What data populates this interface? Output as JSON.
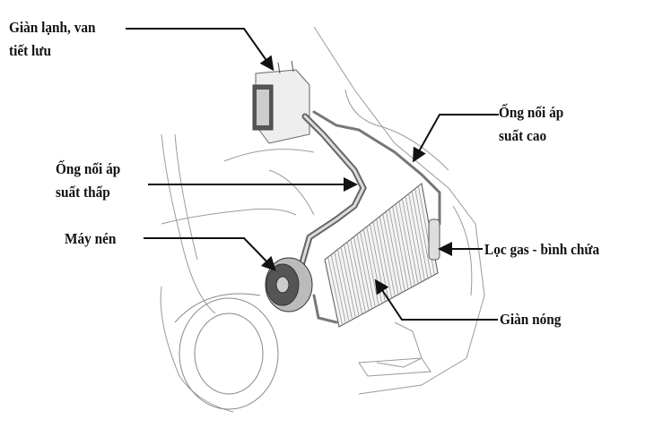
{
  "labels": {
    "evaporator": [
      "Giàn lạnh, van",
      "tiết lưu"
    ],
    "high_pressure_line": [
      "Ống nối áp",
      "suất cao"
    ],
    "low_pressure_line": [
      "Ống nối áp",
      "suất thấp"
    ],
    "compressor": "Máy nén",
    "receiver_drier": "Lọc gas - bình chứa",
    "condenser": "Giàn nóng"
  }
}
